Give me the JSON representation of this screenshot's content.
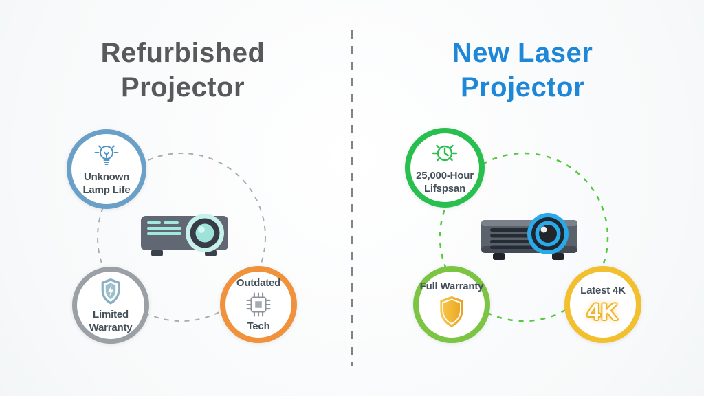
{
  "page": {
    "bg_color": "#f7f9fa",
    "divider_color": "#7c838a"
  },
  "left_panel": {
    "title": {
      "line1": "Refurbished",
      "line2": "Projector",
      "color": "#58595b"
    },
    "connector_color": "#a8adb2",
    "projector": {
      "name": "refurbished lamp projector",
      "body_color": "#616873",
      "lens_color": "#9fe2da",
      "accent_color": "#9fe9df"
    },
    "features": [
      {
        "label_line1": "Unknown",
        "label_line2": "Lamp Life",
        "ring_color": "#6aa0c8",
        "icon": "lightbulb-icon",
        "icon_color": "#4e93c4"
      },
      {
        "label_line1": "Limited",
        "label_line2": "Warranty",
        "ring_color": "#9aa0a6",
        "icon": "shield-lightning-icon",
        "icon_color": "#8cb0c2"
      },
      {
        "label_line1": "Outdated",
        "label_line2": "Tech",
        "ring_color": "#f0923b",
        "icon": "chip-icon",
        "icon_color": "#8d9399"
      }
    ]
  },
  "right_panel": {
    "title": {
      "line1": "New Laser",
      "line2": "Projector",
      "color": "#1e87d8"
    },
    "connector_color": "#55c93d",
    "projector": {
      "name": "new laser projector",
      "body_color": "#5b626c",
      "lens_color": "#2aa9ea"
    },
    "features": [
      {
        "label_line1": "25,000-Hour",
        "label_line2": "Lifspsan",
        "ring_color": "#29bf4e",
        "icon": "clock-icon",
        "icon_color": "#2abf4e"
      },
      {
        "label_line1": "Full Warranty",
        "label_line2": "",
        "ring_color": "#7cc543",
        "icon": "gold-shield-icon",
        "icon_color": "#f0b432"
      },
      {
        "label_line1": "Latest 4K",
        "label_line2": "",
        "ring_color": "#f2c02e",
        "icon": "4k-badge",
        "icon_color": "#eeb32d",
        "badge_text": "4K"
      }
    ]
  }
}
